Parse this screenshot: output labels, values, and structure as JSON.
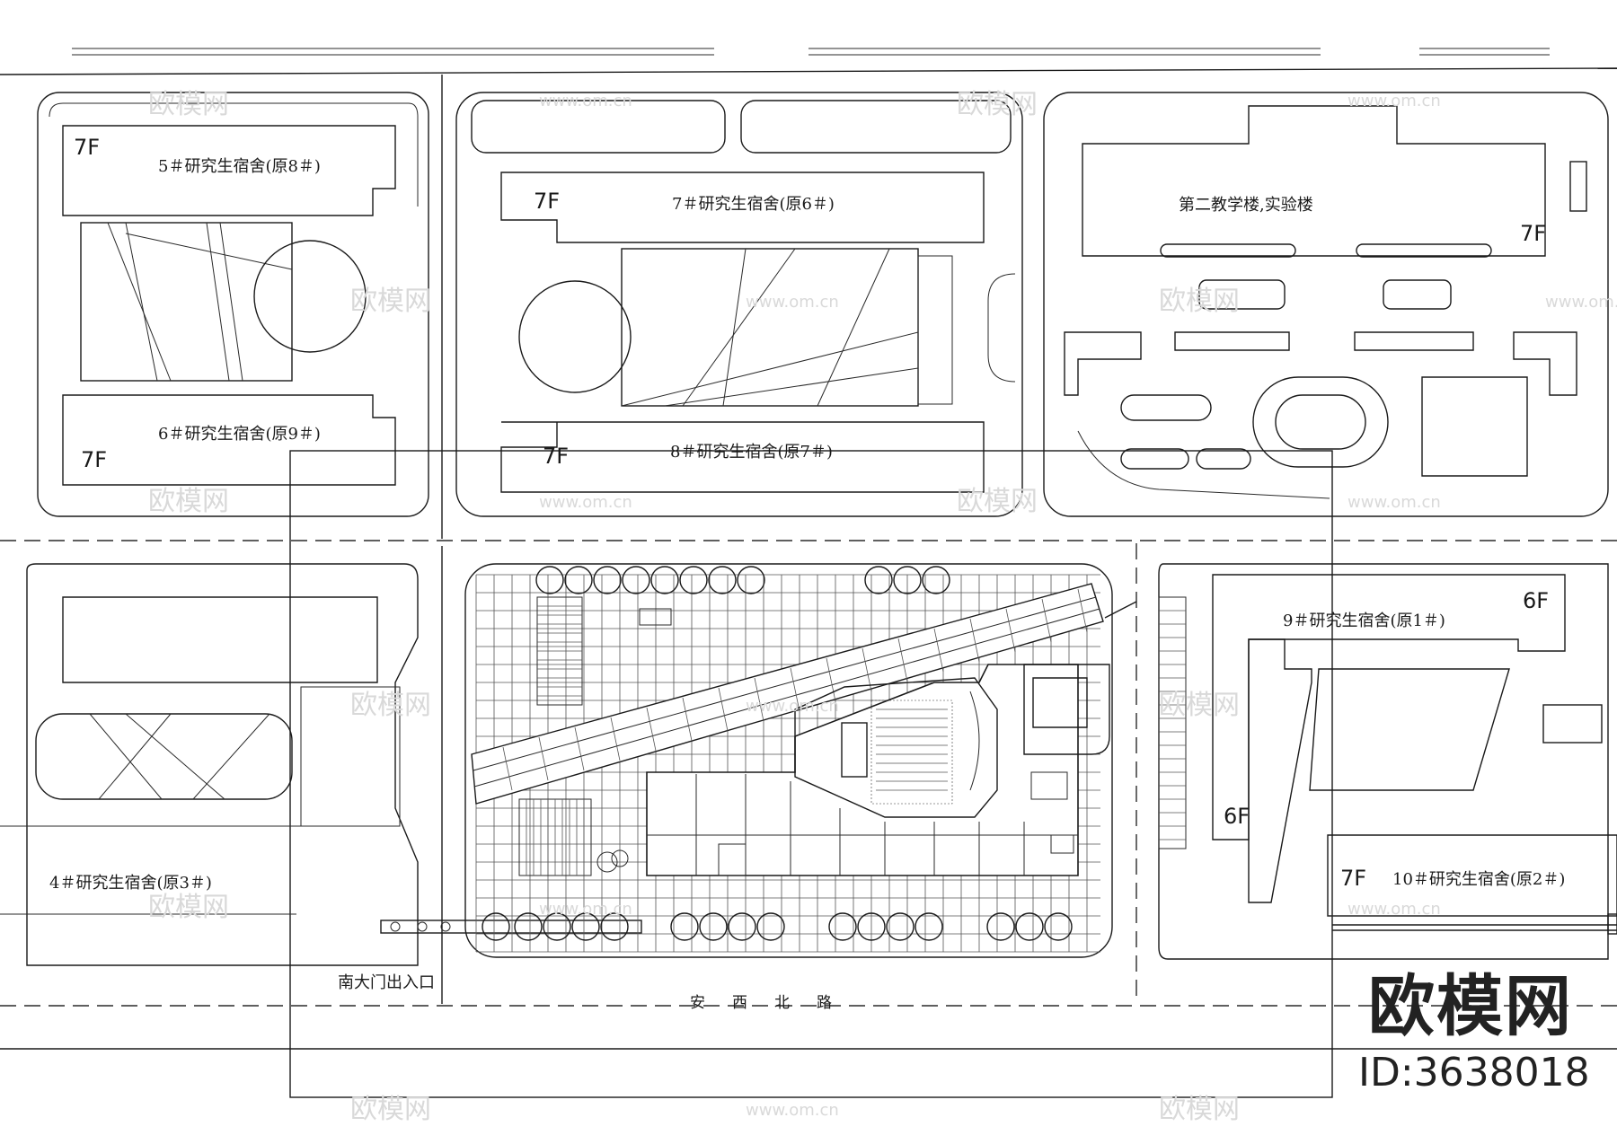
{
  "buildings": {
    "b5": {
      "floors": "7F",
      "name": "5＃研究生宿舍(原8＃)"
    },
    "b6": {
      "floors": "7F",
      "name": "6＃研究生宿舍(原9＃)"
    },
    "b7": {
      "floors": "7F",
      "name": "7＃研究生宿舍(原6＃)"
    },
    "b8": {
      "floors": "7F",
      "name": "8＃研究生宿舍(原7＃)"
    },
    "teaching": {
      "floors": "7F",
      "name": "第二教学楼,实验楼"
    },
    "b9": {
      "floors_top": "6F",
      "floors_left": "6F",
      "name": "9＃研究生宿舍(原1＃)"
    },
    "b10": {
      "floors": "7F",
      "name": "10＃研究生宿舍(原2＃)"
    },
    "b4": {
      "name": "4＃研究生宿舍(原3＃)"
    }
  },
  "site": {
    "entrance": "南大门出入口",
    "road": [
      "安",
      "西",
      "北",
      "路"
    ]
  },
  "watermarks": {
    "logo": "欧模网",
    "site": "www.om.cn",
    "id": "ID:3638018"
  }
}
